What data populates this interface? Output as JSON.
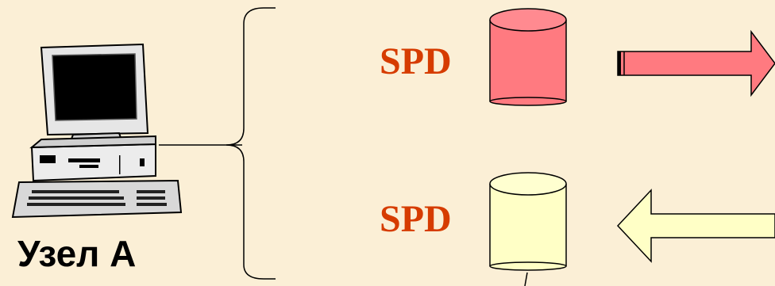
{
  "node": {
    "label": "Узел А"
  },
  "stores": [
    {
      "label": "SPD",
      "color": "#ff7a80",
      "direction": "outgoing"
    },
    {
      "label": "SPD",
      "color": "#ffffc6",
      "direction": "incoming"
    }
  ],
  "colors": {
    "background": "#fbefd6",
    "label_text": "#d63c00",
    "outgoing_arrow": "#ff7a80",
    "incoming_arrow": "#ffffc6"
  },
  "icons": [
    "computer-icon",
    "brace-icon",
    "cylinder-icon",
    "right-arrow-icon",
    "left-arrow-icon"
  ]
}
